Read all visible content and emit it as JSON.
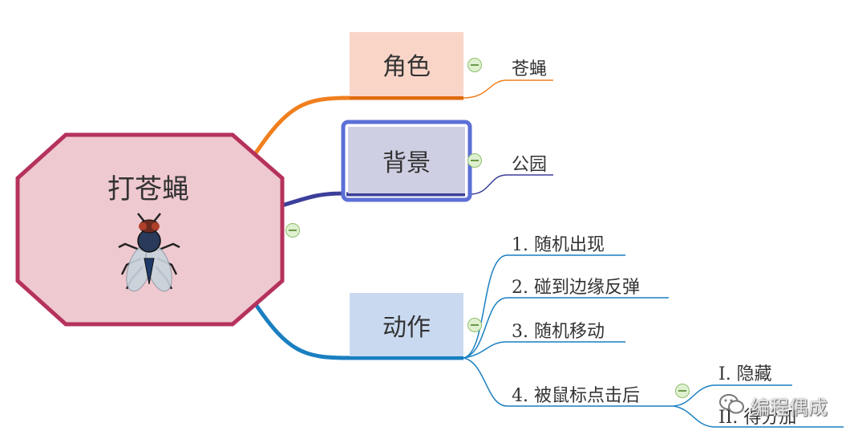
{
  "root": {
    "title": "打苍蝇",
    "icon": "housefly-icon",
    "color": "#b5325c"
  },
  "branches": [
    {
      "label": "角色",
      "color": "#f07f1e",
      "fill": "#f9d5c8",
      "children": [
        "苍蝇"
      ]
    },
    {
      "label": "背景",
      "color": "#3b3f9a",
      "fill": "#cfcfe3",
      "selected_border": "#5b6fd6",
      "children": [
        "公园"
      ]
    },
    {
      "label": "动作",
      "color": "#1a7fc1",
      "fill": "#c9daf0",
      "children": [
        "1. 随机出现",
        "2. 碰到边缘反弹",
        "3. 随机移动",
        "4. 被鼠标点击后"
      ],
      "sub_children": [
        "I. 隐藏",
        "II. 得分加"
      ]
    }
  ],
  "watermark": {
    "text": "编程偶成",
    "icon": "wechat-icon"
  }
}
